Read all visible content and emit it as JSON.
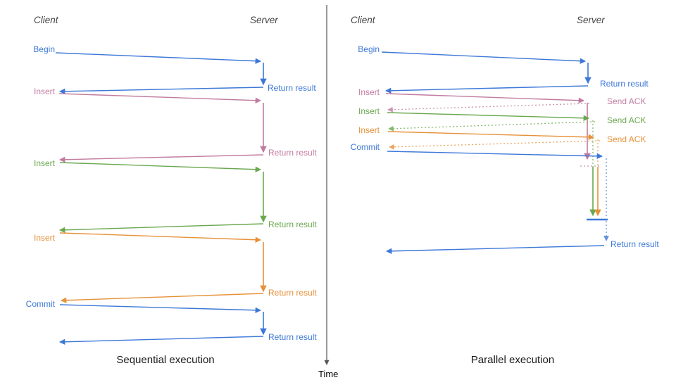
{
  "colors": {
    "blue": "#3d78d8",
    "pink": "#c27ba0",
    "green": "#6aa84f",
    "orange": "#e69138",
    "axis": "#555555",
    "heading": "#444444"
  },
  "time_axis_label": "Time",
  "sequential": {
    "title": "Sequential execution",
    "client": "Client",
    "server": "Server",
    "requests": {
      "begin": "Begin",
      "insert1": "Insert",
      "insert2": "Insert",
      "insert3": "Insert",
      "commit": "Commit"
    },
    "responses": {
      "begin": "Return result",
      "insert1": "Return result",
      "insert2": "Return result",
      "insert3": "Return result",
      "commit": "Return result"
    }
  },
  "parallel": {
    "title": "Parallel execution",
    "client": "Client",
    "server": "Server",
    "requests": {
      "begin": "Begin",
      "insert1": "Insert",
      "insert2": "Insert",
      "insert3": "Insert",
      "commit": "Commit"
    },
    "responses": {
      "begin": "Return result",
      "insert1": "Send ACK",
      "insert2": "Send ACK",
      "insert3": "Send ACK",
      "commit": "Return result"
    }
  }
}
